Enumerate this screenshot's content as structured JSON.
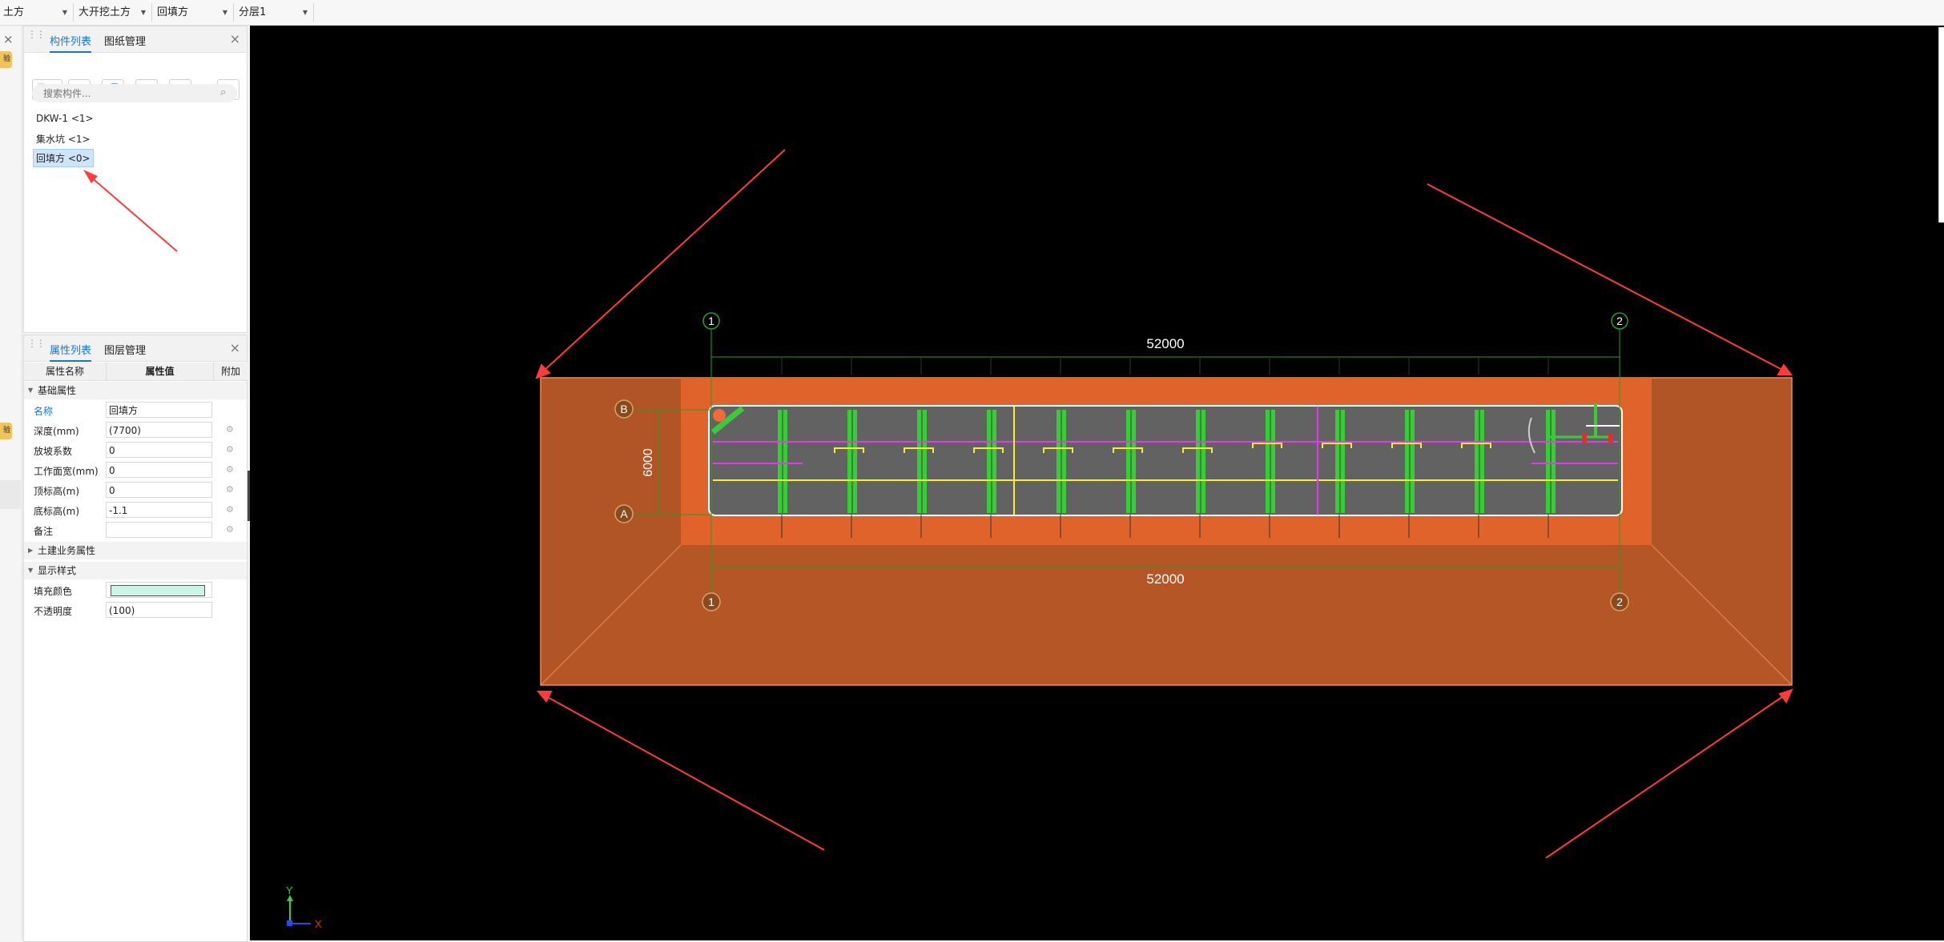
{
  "toolbar": {
    "combo1": "土方",
    "combo2": "大开挖土方",
    "combo3": "回填方",
    "combo4": "分层1"
  },
  "left_strip": {
    "close": "×",
    "badge1": "验",
    "badge2": "验"
  },
  "component_panel": {
    "tabs": [
      "构件列表",
      "图纸管理"
    ],
    "search_placeholder": "搜索构件...",
    "items": [
      "DKW-1  <1>",
      "集水坑  <1>",
      "回填方  <0>"
    ],
    "selected_index": 2
  },
  "property_panel": {
    "tabs": [
      "属性列表",
      "图层管理"
    ],
    "headers": {
      "name": "属性名称",
      "value": "属性值",
      "extra": "附加"
    },
    "groups": {
      "basic": "基础属性",
      "civil": "土建业务属性",
      "display": "显示样式"
    },
    "rows": [
      {
        "name": "名称",
        "value": "回填方"
      },
      {
        "name": "深度(mm)",
        "value": "(7700)"
      },
      {
        "name": "放坡系数",
        "value": "0"
      },
      {
        "name": "工作面宽(mm)",
        "value": "0"
      },
      {
        "name": "顶标高(m)",
        "value": "0"
      },
      {
        "name": "底标高(m)",
        "value": "-1.1"
      },
      {
        "name": "备注",
        "value": ""
      }
    ],
    "display_rows": [
      {
        "name": "填充颜色",
        "value": ""
      },
      {
        "name": "不透明度",
        "value": "(100)"
      }
    ],
    "fill_color": "#cdf5e6"
  },
  "drawing": {
    "axis_labels": {
      "a1_top": "1",
      "a2_top": "2",
      "a1_bottom": "1",
      "a2_bottom": "2",
      "row_b": "B",
      "row_a": "A"
    },
    "dim_top": "52000",
    "dim_bottom": "52000",
    "dim_side": "6000",
    "coord_y": "Y",
    "coord_x": "X"
  },
  "colors": {
    "pit_outer": "#bd5a29",
    "pit_inner": "#e0632b",
    "pit_floor": "#626262",
    "rebar_green": "#3cc93c",
    "line_yellow": "#f5ef2c",
    "line_magenta": "#e23ce6",
    "arrow_red": "#ff3b3b",
    "axis_green": "#2a9b2a"
  }
}
